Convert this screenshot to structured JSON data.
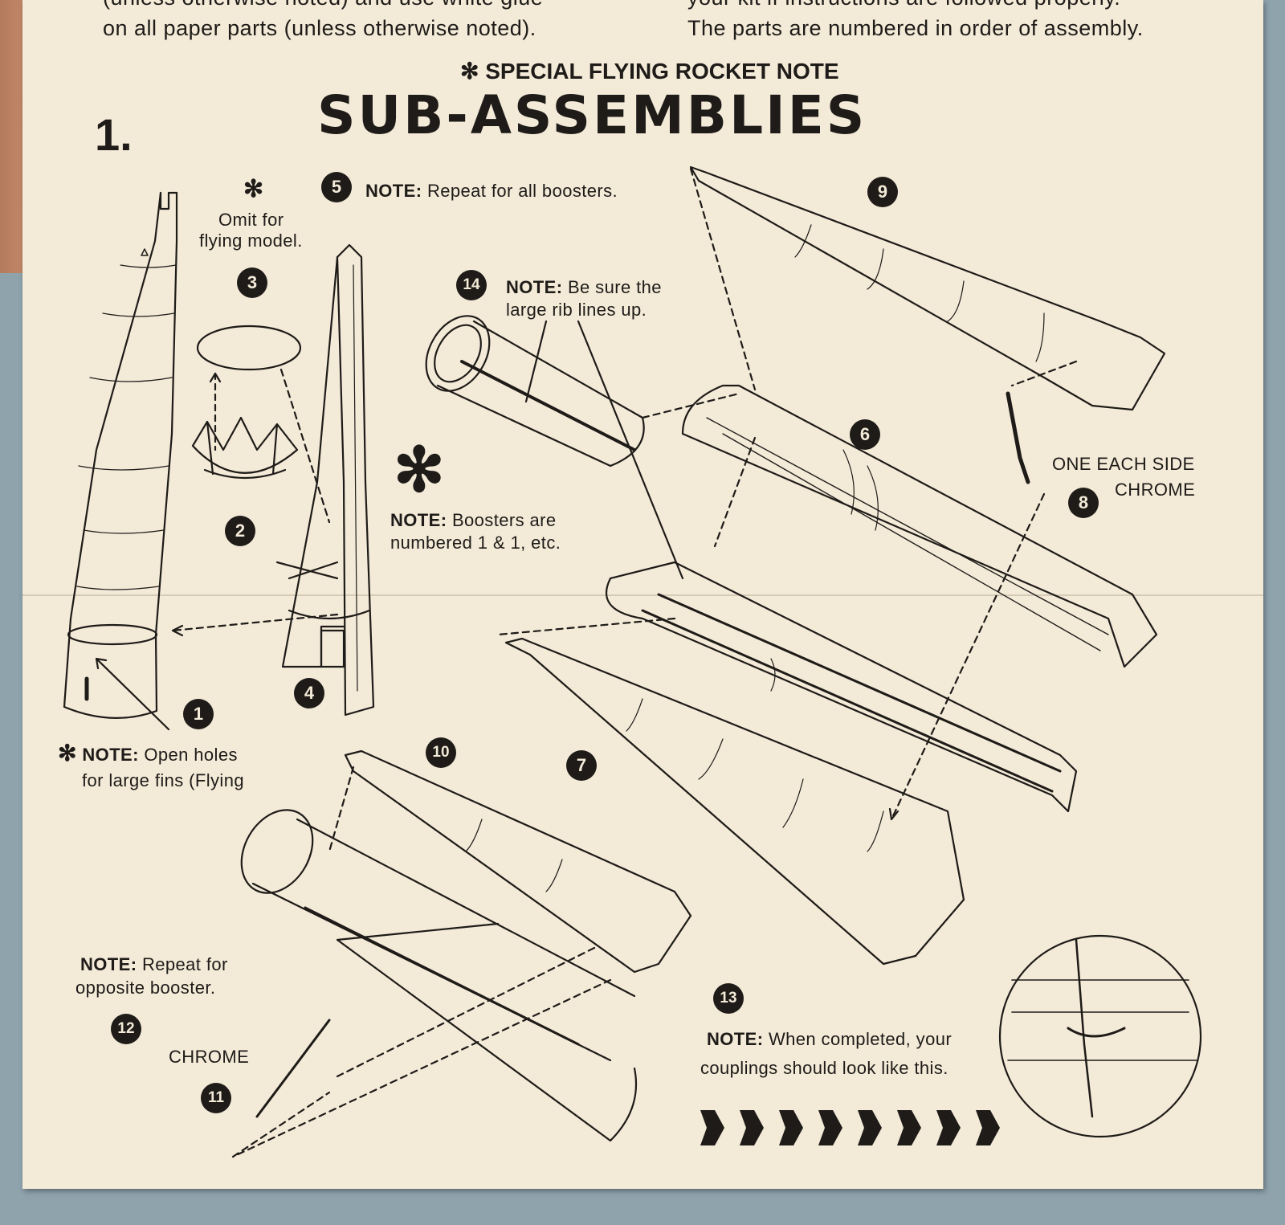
{
  "header": {
    "left_line1": "(unless otherwise noted) and use white glue",
    "left_line2": "on all paper parts (unless otherwise noted).",
    "right_line1": "your kit if instructions are followed properly.",
    "right_line2": "The parts are numbered in order of assembly."
  },
  "special_note": "✻ SPECIAL FLYING ROCKET NOTE",
  "section": {
    "number": "1.",
    "title": "SUB-ASSEMBLIES"
  },
  "callouts": {
    "omit_star": "✻",
    "omit_line1": "Omit for",
    "omit_line2": "flying model.",
    "note5_label": "NOTE:",
    "note5_text": " Repeat for all boosters.",
    "note14_label": "NOTE:",
    "note14_text": " Be sure the",
    "note14_line2": "large rib lines up.",
    "big_star": "✻",
    "boosters_label": "NOTE:",
    "boosters_text": " Boosters are",
    "boosters_line2": "numbered 1 & 1, etc.",
    "side_line1": "ONE EACH SIDE",
    "side_line2": "CHROME",
    "holes_star": "✻",
    "holes_label": "NOTE:",
    "holes_text": " Open holes",
    "holes_line2": "for large fins (Flying",
    "repeat_label": "NOTE:",
    "repeat_text": " Repeat for",
    "repeat_line2": "opposite booster.",
    "chrome": "CHROME",
    "completed_label": "NOTE:",
    "completed_text": " When completed, your",
    "completed_line2": "couplings should look like this."
  },
  "part_numbers": [
    "1",
    "2",
    "3",
    "4",
    "5",
    "6",
    "7",
    "8",
    "9",
    "10",
    "11",
    "12",
    "13",
    "14"
  ],
  "arrow_count": 8,
  "colors": {
    "paper": "#f3ead8",
    "ink": "#1e1b18",
    "wall": "#8fa3ad"
  }
}
